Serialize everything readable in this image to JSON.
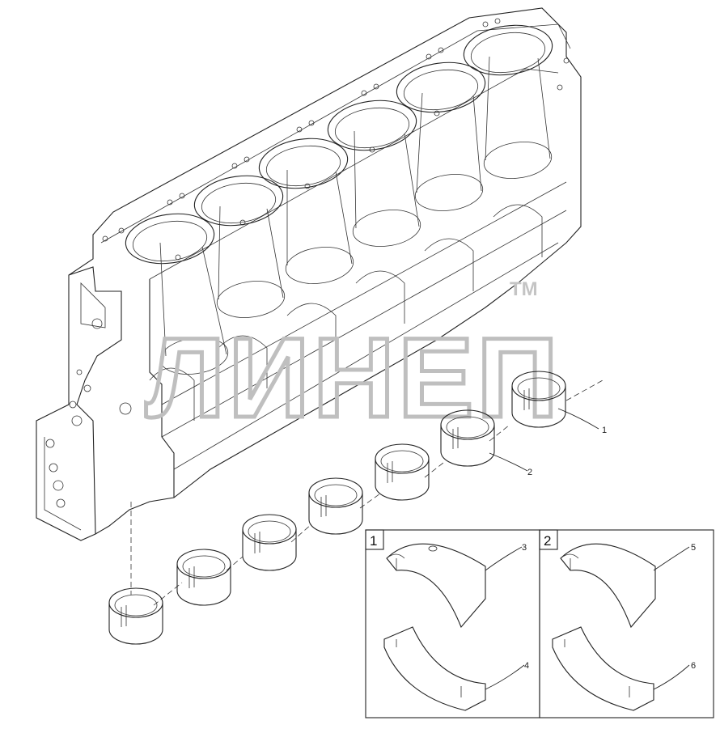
{
  "diagram": {
    "watermark": {
      "text": "ЛИНЕП",
      "mark": "TM"
    },
    "callouts": [
      {
        "id": "c1",
        "label": "1"
      },
      {
        "id": "c2",
        "label": "2"
      },
      {
        "id": "c3",
        "label": "3"
      },
      {
        "id": "c4",
        "label": "4"
      },
      {
        "id": "c5",
        "label": "5"
      },
      {
        "id": "c6",
        "label": "6"
      }
    ],
    "detail_boxes": [
      {
        "id": "box1",
        "label": "1"
      },
      {
        "id": "box2",
        "label": "2"
      }
    ],
    "main_bearing_shells_count": 7,
    "cylinders_count": 6
  }
}
